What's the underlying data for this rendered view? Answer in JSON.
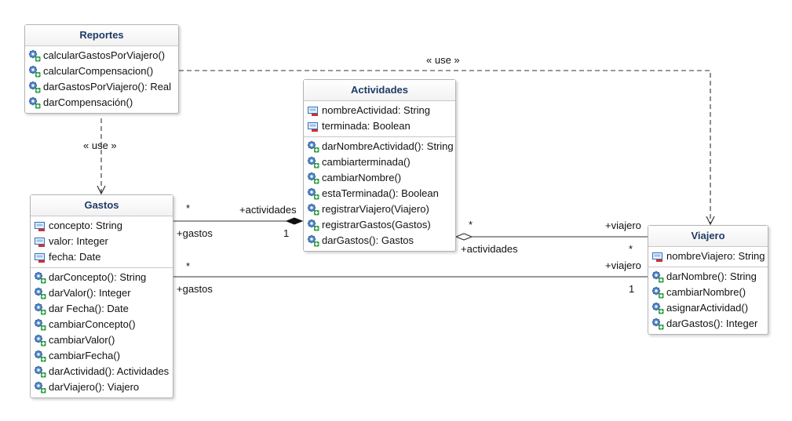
{
  "classes": {
    "reportes": {
      "name": "Reportes",
      "attributes": [],
      "operations": [
        "calcularGastosPorViajero()",
        "calcularCompensacion()",
        "darGastosPorViajero(): Real",
        "darCompensación()"
      ]
    },
    "actividades": {
      "name": "Actividades",
      "attributes": [
        "nombreActividad: String",
        "terminada: Boolean"
      ],
      "operations": [
        "darNombreActividad(): String",
        "cambiarterminada()",
        "cambiarNombre()",
        "estaTerminada(): Boolean",
        "registrarViajero(Viajero)",
        "registrarGastos(Gastos)",
        "darGastos(): Gastos"
      ]
    },
    "gastos": {
      "name": "Gastos",
      "attributes": [
        "concepto: String",
        "valor: Integer",
        "fecha: Date"
      ],
      "operations": [
        "darConcepto(): String",
        "darValor(): Integer",
        "dar Fecha(): Date",
        "cambiarConcepto()",
        "cambiarValor()",
        "cambiarFecha()",
        "darActividad(): Actividades",
        "darViajero(): Viajero"
      ]
    },
    "viajero": {
      "name": "Viajero",
      "attributes": [
        "nombreViajero: String"
      ],
      "operations": [
        "darNombre(): String",
        "cambiarNombre()",
        "asignarActividad()",
        "darGastos(): Integer"
      ]
    }
  },
  "edge_labels": {
    "use_top": "« use »",
    "use_left": "« use »",
    "ga_mult_gastos": "*",
    "ga_role_actividades": "+actividades",
    "ga_role_gastos": "+gastos",
    "ga_mult_actividades": "1",
    "av_mult_actividades": "*",
    "av_role_viajero": "+viajero",
    "av_role_actividades": "+actividades",
    "av_mult_viajero": "*",
    "gv_mult_gastos": "*",
    "gv_role_viajero": "+viajero",
    "gv_role_gastos": "+gastos",
    "gv_mult_viajero": "1"
  },
  "icons": {
    "attribute": "field-private-icon",
    "operation": "method-public-icon"
  },
  "colors": {
    "class_title": "#1f3b66",
    "border": "#b3b3b3",
    "line": "#333333"
  }
}
